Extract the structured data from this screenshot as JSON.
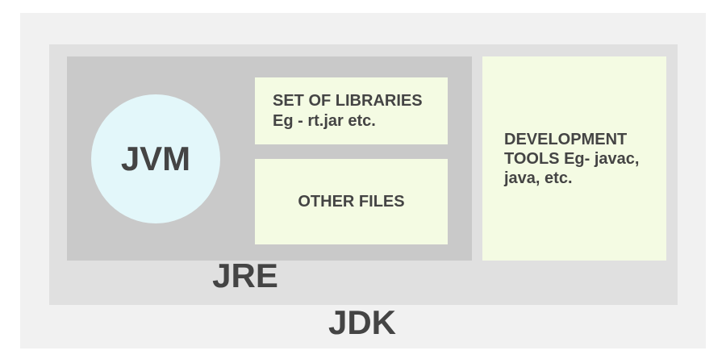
{
  "colors": {
    "page_bg": "#ffffff",
    "jdk_bg": "#f1f1f1",
    "jre_bg": "#e0e0e0",
    "jvm_area_bg": "#c9c9c9",
    "jvm_circle_bg": "#e3f7fa",
    "component_box_bg": "#f4fbe3",
    "text_color": "#444444"
  },
  "jdk": {
    "label": "JDK",
    "dev_tools_box": {
      "text": "DEVELOPMENT\nTOOLS Eg- javac,\njava, etc."
    }
  },
  "jre": {
    "label": "JRE",
    "libraries_box": {
      "text": "SET OF LIBRARIES\nEg - rt.jar etc."
    },
    "other_files_box": {
      "text": "OTHER FILES"
    }
  },
  "jvm": {
    "label": "JVM"
  }
}
